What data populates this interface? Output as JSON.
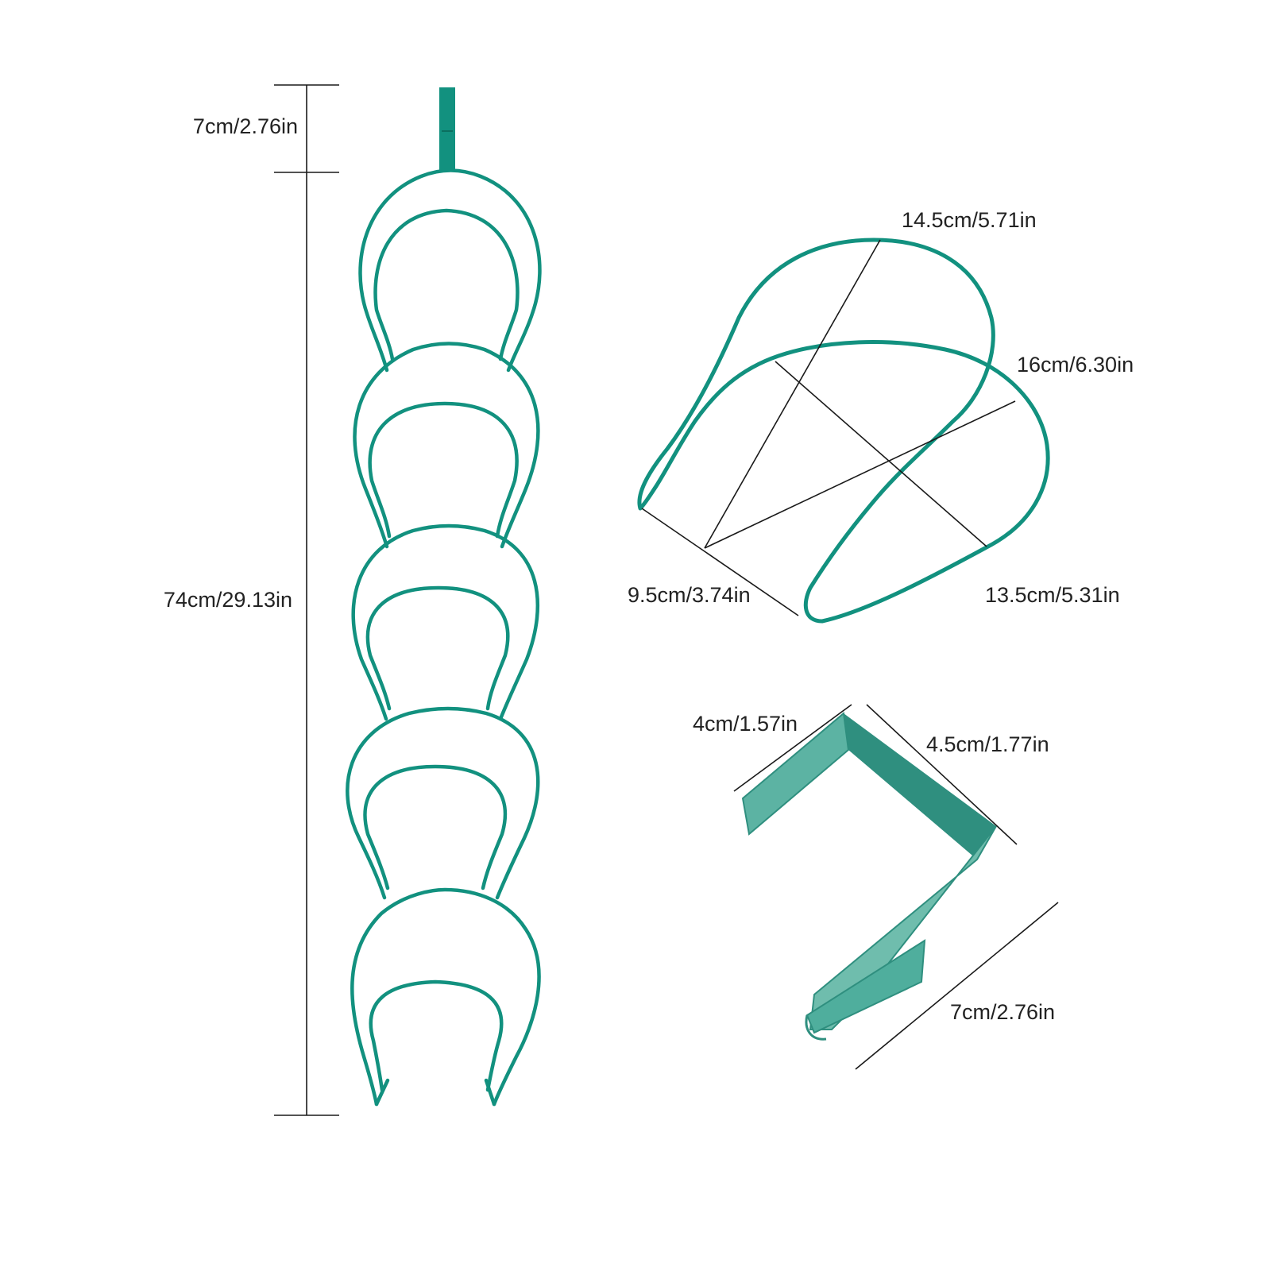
{
  "colors": {
    "product_green": "#12917f",
    "product_green_dark": "#0b6f5f",
    "hook_face": "#5cb3a3",
    "hook_edge": "#2f8f7f",
    "line": "#1a1a1a"
  },
  "rack": {
    "hook_height_label": "7cm/2.76in",
    "total_height_label": "74cm/29.13in",
    "tiers": 5
  },
  "holder": {
    "depth_top_label": "14.5cm/5.71in",
    "diagonal_label": "16cm/6.30in",
    "width_label": "9.5cm/3.74in",
    "length_label": "13.5cm/5.31in"
  },
  "hook": {
    "top_short_label": "4cm/1.57in",
    "top_long_label": "4.5cm/1.77in",
    "drop_label": "7cm/2.76in"
  }
}
